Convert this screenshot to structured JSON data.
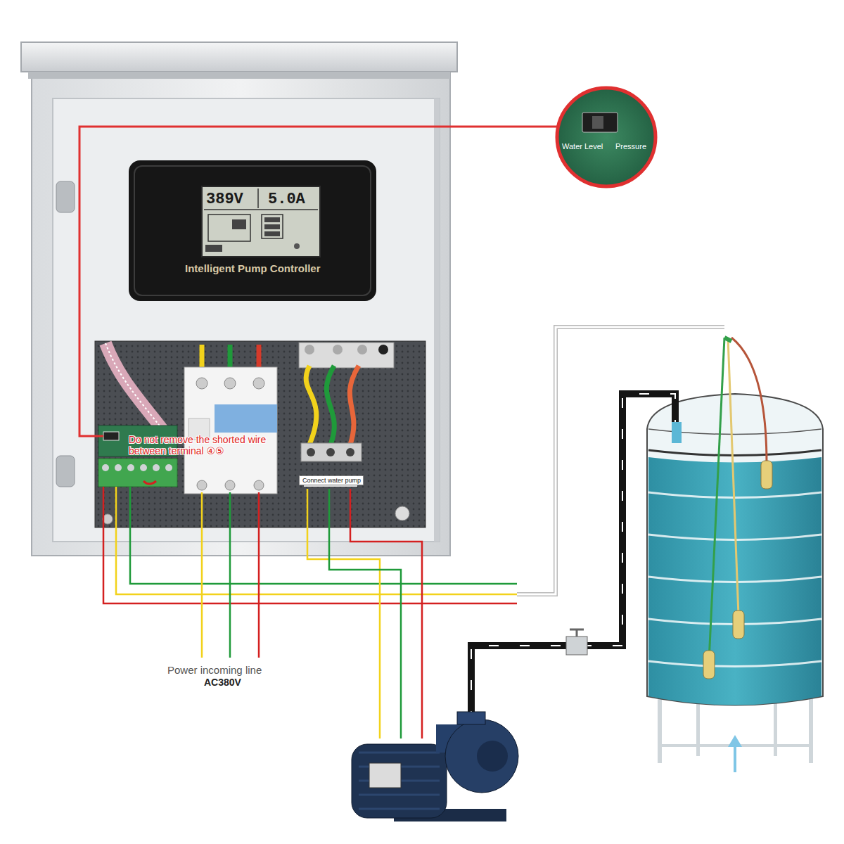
{
  "diagram": {
    "nodes": [
      {
        "text": [
          "Water Level",
          "Pressure"
        ]
      },
      {
        "text": [
          "389V",
          "5.0A",
          "Intelligent Pump Controller"
        ]
      },
      {
        "text": [
          "Connect water pump"
        ]
      }
    ],
    "labels": [
      "Do not remove the shorted wire between terminal ④⑤",
      "Power incoming line",
      "AC380V"
    ]
  }
}
